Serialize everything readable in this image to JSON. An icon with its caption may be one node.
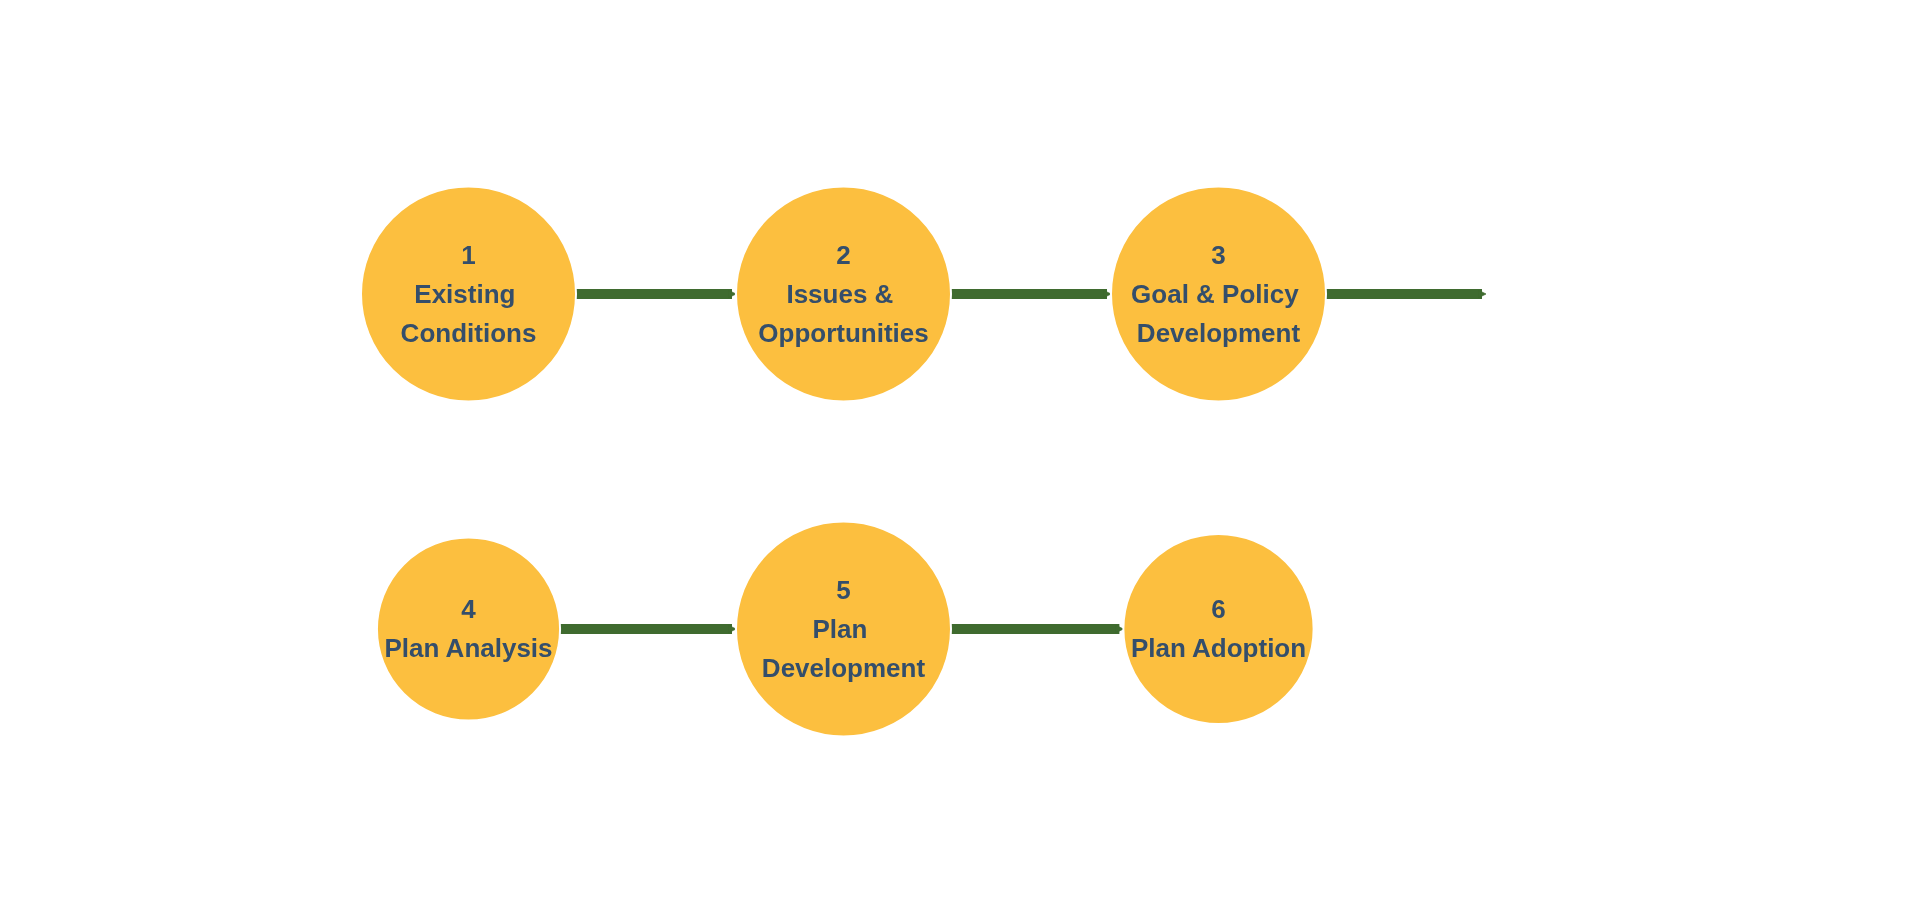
{
  "diagram": {
    "nodes": [
      {
        "text": [
          "1",
          "Existing Conditions"
        ]
      },
      {
        "text": [
          "2",
          "Issues & Opportunities"
        ]
      },
      {
        "text": [
          "3",
          "Goal & Policy Development"
        ]
      },
      {
        "text": [
          "4",
          "Plan Analysis"
        ]
      },
      {
        "text": [
          "5",
          "Plan Development"
        ]
      },
      {
        "text": [
          "6",
          "Plan Adoption"
        ]
      }
    ],
    "edges": [
      {
        "from": 0,
        "to": 1,
        "arrow": "to"
      },
      {
        "from": 1,
        "to": 2,
        "arrow": "to"
      },
      {
        "from": 2,
        "to": null,
        "arrow": "to"
      },
      {
        "from": 3,
        "to": 4,
        "arrow": "to"
      },
      {
        "from": 4,
        "to": 5,
        "arrow": "to"
      }
    ]
  }
}
